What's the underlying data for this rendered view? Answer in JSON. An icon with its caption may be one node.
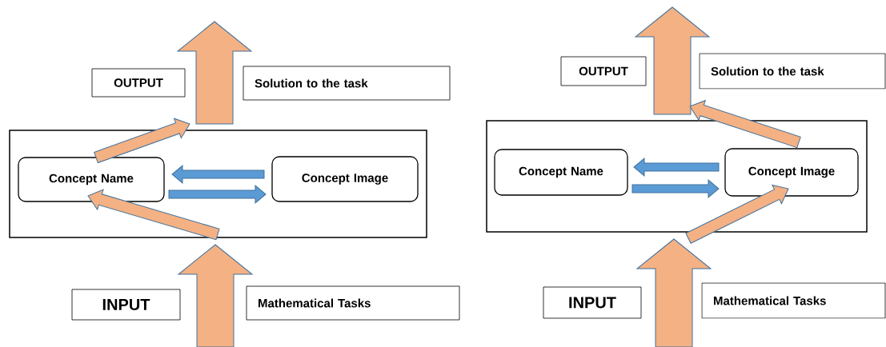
{
  "diagram": {
    "nodes": [
      {
        "text": [
          "OUTPUT"
        ]
      },
      {
        "text": [
          "Solution to the task"
        ]
      },
      {
        "text": [],
        "shape": "box"
      },
      {
        "text": [
          "Concept Name"
        ],
        "in": 2
      },
      {
        "text": [
          "Concept Image"
        ],
        "in": 2
      },
      {
        "text": [
          "INPUT"
        ]
      },
      {
        "text": [
          "Mathematical Tasks"
        ]
      },
      {
        "text": [
          "OUTPUT"
        ]
      },
      {
        "text": [
          "Solution to the task"
        ]
      },
      {
        "text": [],
        "shape": "box"
      },
      {
        "text": [
          "Concept Name"
        ],
        "in": 9
      },
      {
        "text": [
          "Concept Image"
        ],
        "in": 9
      },
      {
        "text": [
          "INPUT"
        ]
      },
      {
        "text": [
          "Mathematical Tasks"
        ]
      }
    ],
    "edges": [
      {
        "from": 2,
        "to": null,
        "arrow": "to",
        "style": "thick"
      },
      {
        "from": 3,
        "to": null,
        "arrow": "to"
      },
      {
        "from": 4,
        "to": 3,
        "arrow": "to",
        "color": "#5b9bd5"
      },
      {
        "from": 3,
        "to": 4,
        "arrow": "to",
        "color": "#5b9bd5"
      },
      {
        "from": null,
        "to": 3,
        "arrow": "to"
      },
      {
        "from": null,
        "to": 2,
        "arrow": "to",
        "style": "thick"
      },
      {
        "from": 9,
        "to": null,
        "arrow": "to",
        "style": "thick"
      },
      {
        "from": 11,
        "to": null,
        "arrow": "to"
      },
      {
        "from": 11,
        "to": 10,
        "arrow": "to",
        "color": "#5b9bd5"
      },
      {
        "from": 10,
        "to": 11,
        "arrow": "to",
        "color": "#5b9bd5"
      },
      {
        "from": null,
        "to": 11,
        "arrow": "to"
      },
      {
        "from": null,
        "to": 9,
        "arrow": "to",
        "style": "thick"
      }
    ]
  }
}
